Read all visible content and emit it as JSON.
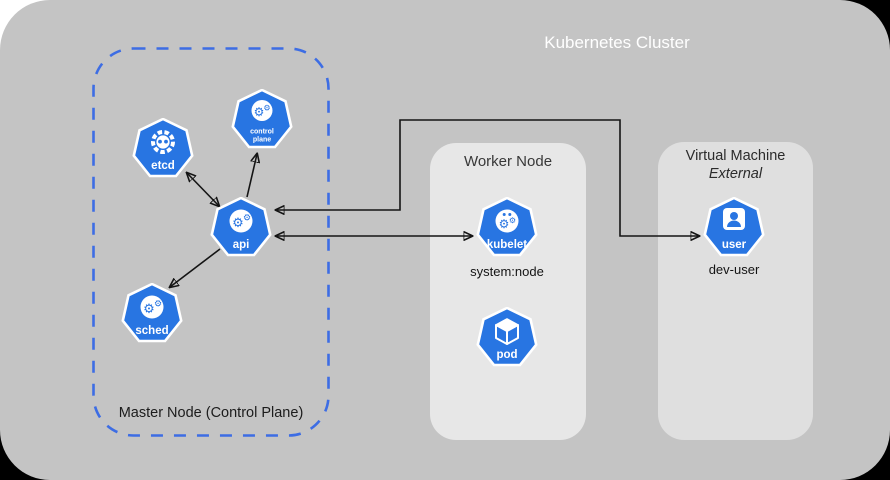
{
  "cluster": {
    "title": "Kubernetes Cluster",
    "background_color": "#c4c4c4",
    "outside_color": "#000000",
    "corner_patch_color": "#ffffff"
  },
  "master_node": {
    "label": "Master Node (Control Plane)",
    "border_color": "#3d6de4",
    "border_style": "dashed"
  },
  "worker_node": {
    "label": "Worker Node",
    "background_color": "#e7e7e7"
  },
  "virtual_machine": {
    "label": "Virtual Machine",
    "sublabel": "External",
    "background_color": "#dfdfdf"
  },
  "nodes": {
    "etcd": {
      "label": "etcd"
    },
    "control_plane": {
      "label_line1": "control",
      "label_line2": "plane"
    },
    "api": {
      "label": "api"
    },
    "sched": {
      "label": "sched"
    },
    "kubelet": {
      "label": "kubelet",
      "caption": "system:node"
    },
    "pod": {
      "label": "pod"
    },
    "user": {
      "label": "user",
      "caption": "dev-user"
    }
  },
  "connections": [
    {
      "from": "api",
      "to": "etcd",
      "arrows": "both"
    },
    {
      "from": "api",
      "to": "control plane",
      "arrows": "end"
    },
    {
      "from": "api",
      "to": "sched",
      "arrows": "end"
    },
    {
      "from": "api",
      "to": "kubelet",
      "arrows": "both"
    },
    {
      "from": "api",
      "to": "user",
      "arrows": "both",
      "route": "over worker node"
    }
  ],
  "colors": {
    "kubernetes_blue": "#2875e2",
    "icon_border": "#ffffff",
    "connector": "#141414",
    "title_text": "#ffffff",
    "label_text": "#1c1c1c"
  }
}
